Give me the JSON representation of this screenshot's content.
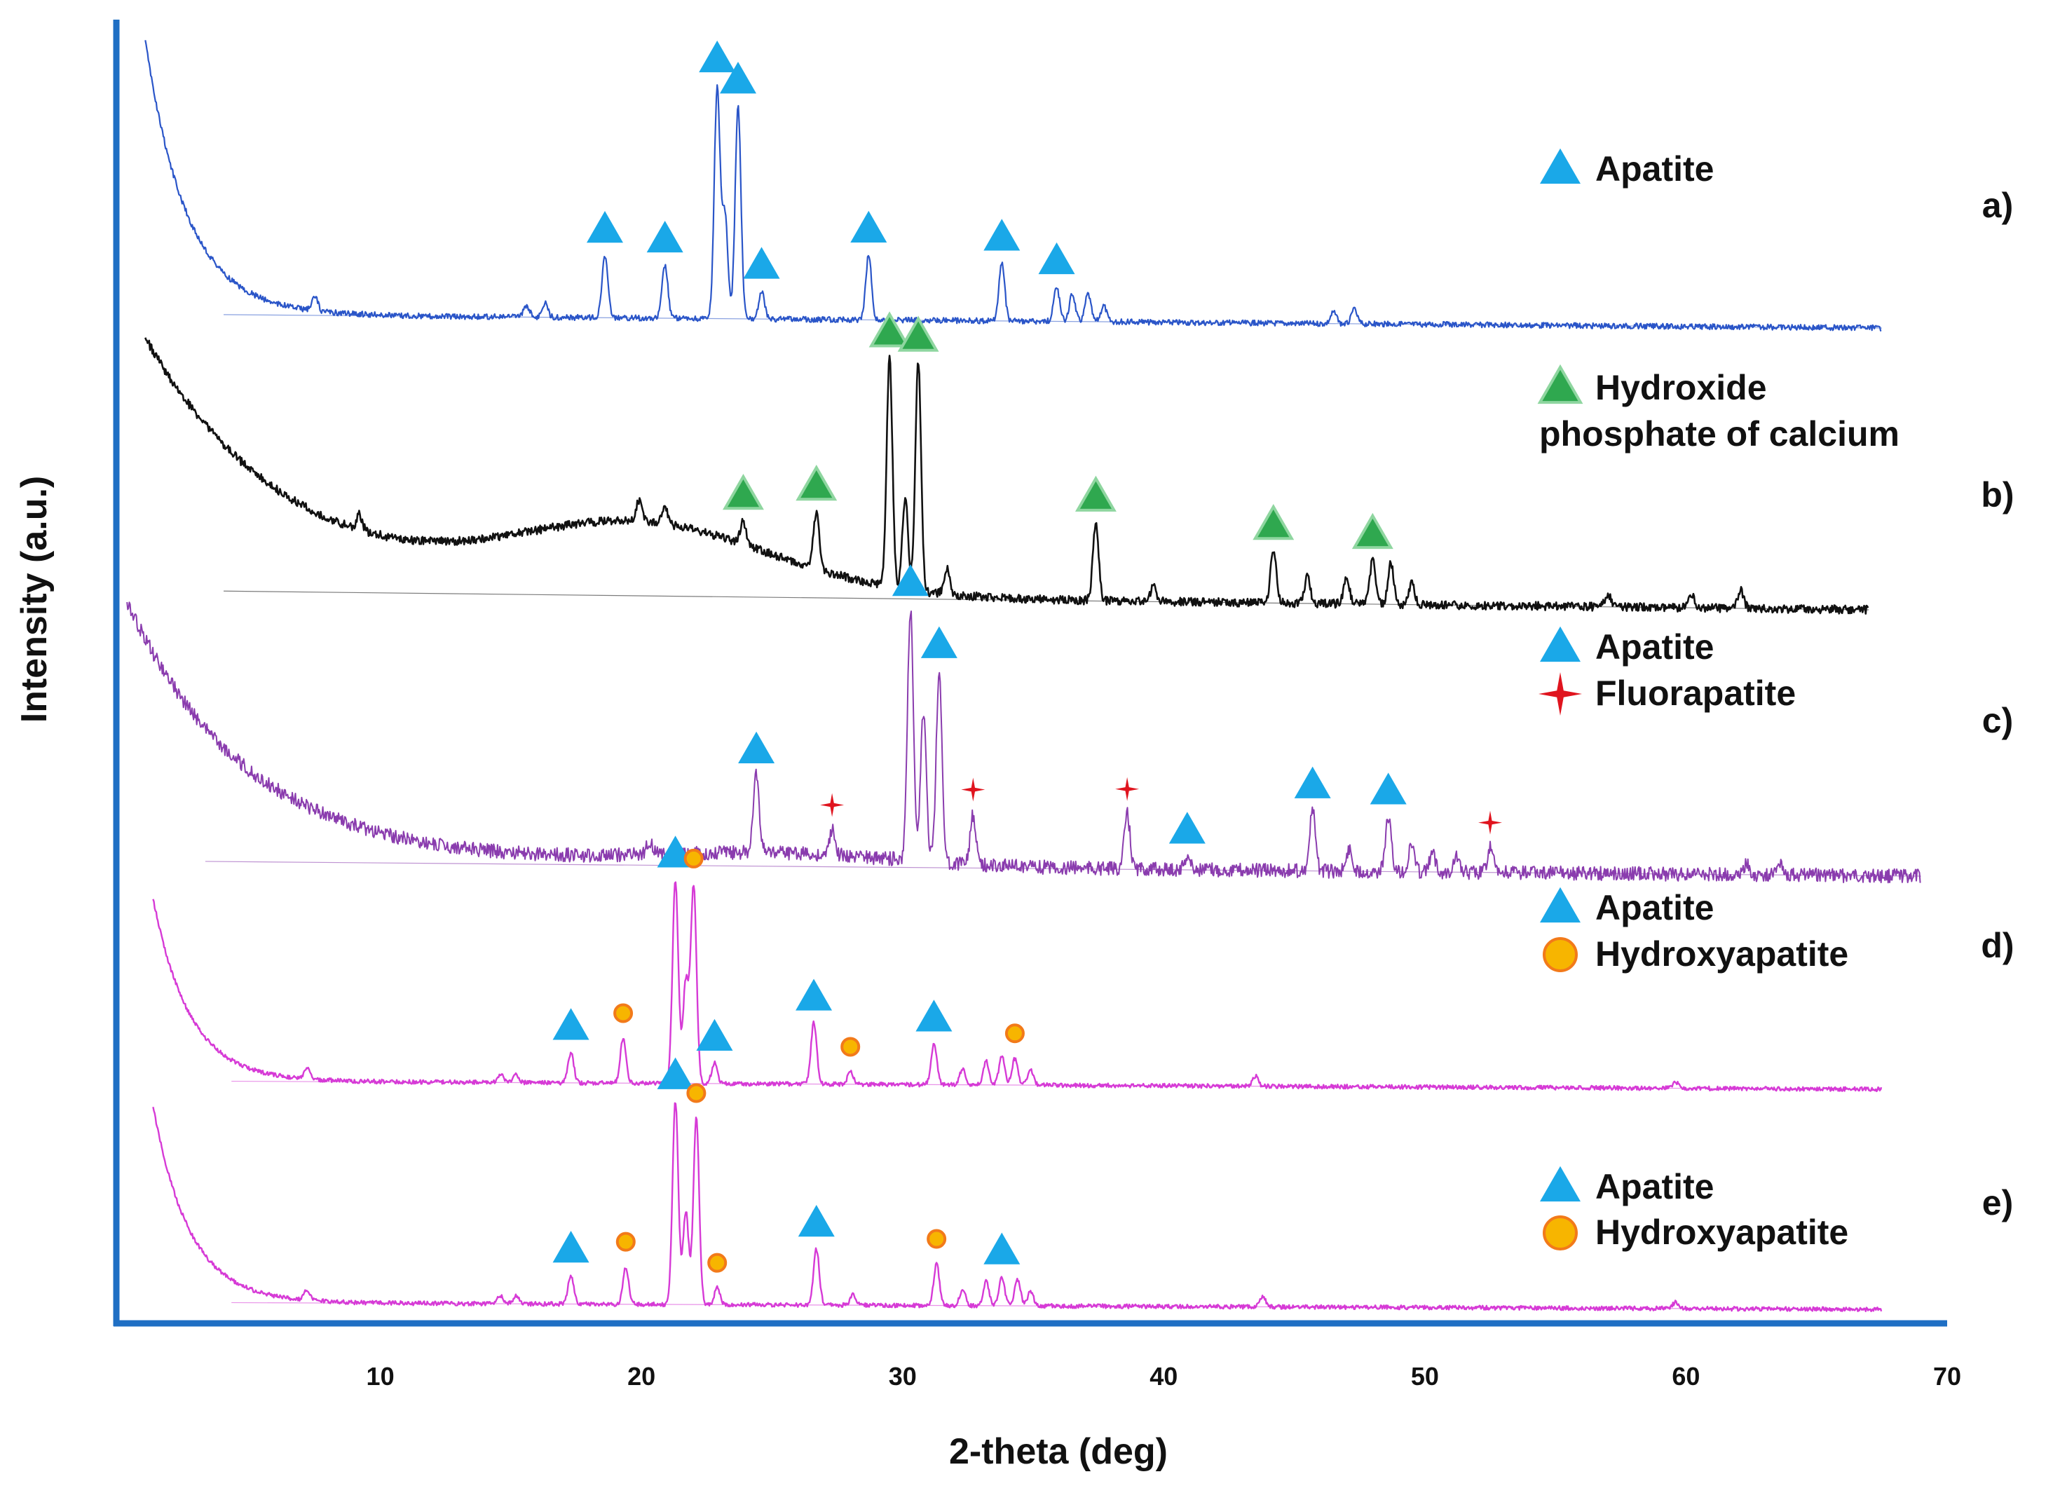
{
  "chart_data": {
    "type": "line",
    "xlabel": "2-theta (deg)",
    "ylabel": "Intensity (a.u.)",
    "xlim": [
      0,
      70
    ],
    "xticks": [
      10,
      20,
      30,
      40,
      50,
      60,
      70
    ],
    "grid": false,
    "colors": {
      "axis": "#1f6fc4",
      "apatite": "#1aa8e8",
      "hydroxide": "#2fa84f",
      "fluorapatite": "#e0141e",
      "hydroxyapatite": "#f7b500"
    },
    "series": [
      {
        "label": "a)",
        "color": "#2a55c8",
        "x_range": [
          1,
          67.5
        ],
        "legend": [
          {
            "marker": "triangle",
            "text": "Apatite"
          }
        ],
        "peaks": [
          {
            "x": 7.5,
            "h": 0.06,
            "marker": null
          },
          {
            "x": 15.6,
            "h": 0.05,
            "marker": null
          },
          {
            "x": 16.3,
            "h": 0.06,
            "marker": null
          },
          {
            "x": 18.6,
            "h": 0.27,
            "marker": "apatite"
          },
          {
            "x": 20.9,
            "h": 0.23,
            "marker": "apatite"
          },
          {
            "x": 22.9,
            "h": 1.0,
            "marker": "apatite"
          },
          {
            "x": 23.2,
            "h": 0.45,
            "marker": null
          },
          {
            "x": 23.7,
            "h": 0.92,
            "marker": "apatite"
          },
          {
            "x": 24.6,
            "h": 0.12,
            "marker": "apatite"
          },
          {
            "x": 28.7,
            "h": 0.28,
            "marker": "apatite"
          },
          {
            "x": 33.8,
            "h": 0.25,
            "marker": "apatite"
          },
          {
            "x": 35.9,
            "h": 0.15,
            "marker": "apatite"
          },
          {
            "x": 36.5,
            "h": 0.12,
            "marker": null
          },
          {
            "x": 37.1,
            "h": 0.12,
            "marker": null
          },
          {
            "x": 37.7,
            "h": 0.07,
            "marker": null
          },
          {
            "x": 46.5,
            "h": 0.05,
            "marker": null
          },
          {
            "x": 47.3,
            "h": 0.06,
            "marker": null
          }
        ]
      },
      {
        "label": "b)",
        "color": "#111111",
        "x_range": [
          1,
          67
        ],
        "legend": [
          {
            "marker": "triangle-green",
            "text": "Hydroxide"
          },
          {
            "marker": null,
            "text": "phosphate of calcium"
          }
        ],
        "peaks": [
          {
            "x": 9.2,
            "h": 0.06,
            "marker": null
          },
          {
            "x": 19.9,
            "h": 0.08,
            "marker": null
          },
          {
            "x": 20.9,
            "h": 0.07,
            "marker": null
          },
          {
            "x": 23.9,
            "h": 0.09,
            "marker": "hydroxide"
          },
          {
            "x": 26.7,
            "h": 0.22,
            "marker": "hydroxide"
          },
          {
            "x": 29.5,
            "h": 0.88,
            "marker": "hydroxide"
          },
          {
            "x": 30.1,
            "h": 0.35,
            "marker": null
          },
          {
            "x": 30.6,
            "h": 0.88,
            "marker": "hydroxide"
          },
          {
            "x": 31.7,
            "h": 0.1,
            "marker": null
          },
          {
            "x": 37.4,
            "h": 0.3,
            "marker": "hydroxide"
          },
          {
            "x": 39.6,
            "h": 0.06,
            "marker": null
          },
          {
            "x": 44.2,
            "h": 0.2,
            "marker": "hydroxide"
          },
          {
            "x": 45.5,
            "h": 0.1,
            "marker": null
          },
          {
            "x": 47.0,
            "h": 0.1,
            "marker": null
          },
          {
            "x": 48.0,
            "h": 0.17,
            "marker": "hydroxide"
          },
          {
            "x": 48.7,
            "h": 0.16,
            "marker": null
          },
          {
            "x": 49.5,
            "h": 0.08,
            "marker": null
          },
          {
            "x": 57.0,
            "h": 0.05,
            "marker": null
          },
          {
            "x": 60.2,
            "h": 0.05,
            "marker": null
          },
          {
            "x": 62.1,
            "h": 0.07,
            "marker": null
          }
        ]
      },
      {
        "label": "c)",
        "color": "#8a3cae",
        "x_range": [
          0.3,
          69
        ],
        "legend": [
          {
            "marker": "triangle",
            "text": "Apatite"
          },
          {
            "marker": "star",
            "text": "Fluorapatite"
          }
        ],
        "peaks": [
          {
            "x": 20.3,
            "h": 0.05,
            "marker": null
          },
          {
            "x": 24.4,
            "h": 0.28,
            "marker": "apatite"
          },
          {
            "x": 27.3,
            "h": 0.09,
            "marker": "fluorapatite"
          },
          {
            "x": 30.3,
            "h": 0.92,
            "marker": "apatite"
          },
          {
            "x": 30.8,
            "h": 0.55,
            "marker": null
          },
          {
            "x": 31.4,
            "h": 0.7,
            "marker": "apatite"
          },
          {
            "x": 32.7,
            "h": 0.18,
            "marker": "fluorapatite"
          },
          {
            "x": 38.6,
            "h": 0.2,
            "marker": "fluorapatite"
          },
          {
            "x": 40.9,
            "h": 0.05,
            "marker": "apatite"
          },
          {
            "x": 45.7,
            "h": 0.22,
            "marker": "apatite"
          },
          {
            "x": 47.1,
            "h": 0.08,
            "marker": null
          },
          {
            "x": 48.6,
            "h": 0.2,
            "marker": "apatite"
          },
          {
            "x": 49.5,
            "h": 0.1,
            "marker": null
          },
          {
            "x": 50.3,
            "h": 0.07,
            "marker": null
          },
          {
            "x": 51.2,
            "h": 0.06,
            "marker": null
          },
          {
            "x": 52.5,
            "h": 0.09,
            "marker": "fluorapatite"
          },
          {
            "x": 62.3,
            "h": 0.04,
            "marker": null
          },
          {
            "x": 63.6,
            "h": 0.05,
            "marker": null
          }
        ]
      },
      {
        "label": "d)",
        "color": "#d63ad6",
        "x_range": [
          1.3,
          67.5
        ],
        "legend": [
          {
            "marker": "triangle",
            "text": "Apatite"
          },
          {
            "marker": "circle",
            "text": "Hydroxyapatite"
          }
        ],
        "peaks": [
          {
            "x": 7.2,
            "h": 0.05,
            "marker": null
          },
          {
            "x": 14.6,
            "h": 0.04,
            "marker": null
          },
          {
            "x": 15.2,
            "h": 0.04,
            "marker": null
          },
          {
            "x": 17.3,
            "h": 0.15,
            "marker": "apatite"
          },
          {
            "x": 19.3,
            "h": 0.22,
            "marker": "hydroxyapatite"
          },
          {
            "x": 21.3,
            "h": 1.0,
            "marker": "apatite"
          },
          {
            "x": 21.7,
            "h": 0.5,
            "marker": null
          },
          {
            "x": 22.0,
            "h": 0.97,
            "marker": "hydroxyapatite"
          },
          {
            "x": 22.8,
            "h": 0.1,
            "marker": "apatite"
          },
          {
            "x": 26.6,
            "h": 0.3,
            "marker": "apatite"
          },
          {
            "x": 28.0,
            "h": 0.06,
            "marker": "hydroxyapatite"
          },
          {
            "x": 31.2,
            "h": 0.2,
            "marker": "apatite"
          },
          {
            "x": 32.3,
            "h": 0.08,
            "marker": null
          },
          {
            "x": 33.2,
            "h": 0.12,
            "marker": null
          },
          {
            "x": 33.8,
            "h": 0.14,
            "marker": null
          },
          {
            "x": 34.3,
            "h": 0.13,
            "marker": "hydroxyapatite"
          },
          {
            "x": 34.9,
            "h": 0.08,
            "marker": null
          },
          {
            "x": 43.5,
            "h": 0.05,
            "marker": null
          },
          {
            "x": 59.6,
            "h": 0.03,
            "marker": null
          }
        ]
      },
      {
        "label": "e)",
        "color": "#d63ad6",
        "x_range": [
          1.3,
          67.5
        ],
        "legend": [
          {
            "marker": "triangle",
            "text": "Apatite"
          },
          {
            "marker": "circle",
            "text": "Hydroxyapatite"
          }
        ],
        "peaks": [
          {
            "x": 7.2,
            "h": 0.05,
            "marker": null
          },
          {
            "x": 14.6,
            "h": 0.04,
            "marker": null
          },
          {
            "x": 15.2,
            "h": 0.04,
            "marker": null
          },
          {
            "x": 17.3,
            "h": 0.14,
            "marker": "apatite"
          },
          {
            "x": 19.4,
            "h": 0.18,
            "marker": "hydroxyapatite"
          },
          {
            "x": 21.3,
            "h": 0.98,
            "marker": "apatite"
          },
          {
            "x": 21.7,
            "h": 0.45,
            "marker": null
          },
          {
            "x": 22.1,
            "h": 0.9,
            "marker": "hydroxyapatite"
          },
          {
            "x": 22.9,
            "h": 0.08,
            "marker": "hydroxyapatite"
          },
          {
            "x": 26.7,
            "h": 0.27,
            "marker": "apatite"
          },
          {
            "x": 28.1,
            "h": 0.05,
            "marker": null
          },
          {
            "x": 31.3,
            "h": 0.2,
            "marker": "hydroxyapatite"
          },
          {
            "x": 32.3,
            "h": 0.08,
            "marker": null
          },
          {
            "x": 33.2,
            "h": 0.12,
            "marker": null
          },
          {
            "x": 33.8,
            "h": 0.14,
            "marker": "apatite"
          },
          {
            "x": 34.4,
            "h": 0.13,
            "marker": null
          },
          {
            "x": 34.9,
            "h": 0.07,
            "marker": null
          },
          {
            "x": 43.8,
            "h": 0.05,
            "marker": null
          },
          {
            "x": 59.6,
            "h": 0.03,
            "marker": null
          }
        ]
      }
    ]
  }
}
